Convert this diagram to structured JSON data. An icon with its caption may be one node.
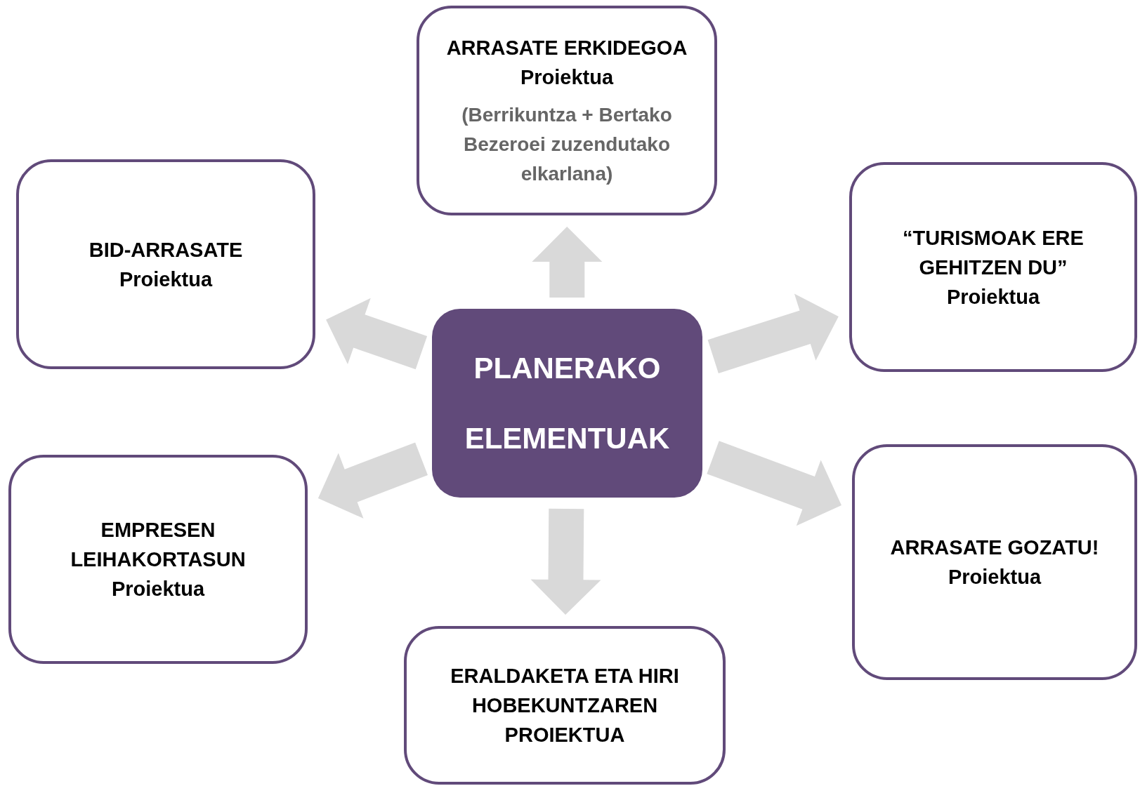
{
  "diagram": {
    "nodes": [
      {
        "text": [
          "ARRASATE ERKIDEGOA Proiektua",
          "(Berrikuntza + Bertako Bezeroei zuzendutako elkarlana)"
        ]
      },
      {
        "text": [
          "BID-ARRASATE Proiektua"
        ]
      },
      {
        "text": [
          "“TURISMOAK ERE GEHITZEN DU” Proiektua"
        ]
      },
      {
        "text": [
          "PLANERAKO ELEMENTUAK"
        ]
      },
      {
        "text": [
          "EMPRESEN LEIHAKORTASUN Proiektua"
        ]
      },
      {
        "text": [
          "ARRASATE GOZATU! Proiektua"
        ]
      },
      {
        "text": [
          "ERALDAKETA ETA HIRI HOBEKUNTZAREN PROIEKTUA"
        ]
      }
    ],
    "edges": [
      {
        "from": 3,
        "to": 0,
        "arrow": "to"
      },
      {
        "from": 3,
        "to": 1,
        "arrow": "to"
      },
      {
        "from": 3,
        "to": 2,
        "arrow": "to"
      },
      {
        "from": 3,
        "to": 4,
        "arrow": "to"
      },
      {
        "from": 3,
        "to": 5,
        "arrow": "to"
      },
      {
        "from": 3,
        "to": 6,
        "arrow": "to"
      }
    ]
  }
}
